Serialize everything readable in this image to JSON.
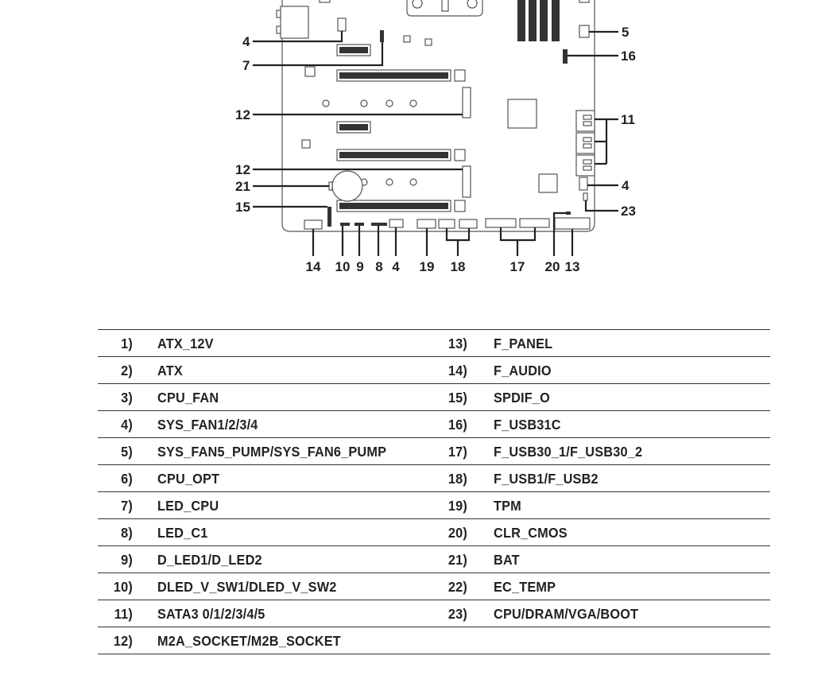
{
  "diagram": {
    "callouts": {
      "l4a": "4",
      "l7": "7",
      "l12a": "12",
      "l12b": "12",
      "l21": "21",
      "l15": "15",
      "r5": "5",
      "r16": "16",
      "r11": "11",
      "r4": "4",
      "r23": "23",
      "b14": "14",
      "b10": "10",
      "b9": "9",
      "b8": "8",
      "b4": "4",
      "b19": "19",
      "b18": "18",
      "b17": "17",
      "b20": "20",
      "b13": "13"
    }
  },
  "legend": {
    "rows": [
      {
        "left": {
          "num": "1)",
          "name": "ATX_12V"
        },
        "right": {
          "num": "13)",
          "name": "F_PANEL"
        }
      },
      {
        "left": {
          "num": "2)",
          "name": "ATX"
        },
        "right": {
          "num": "14)",
          "name": "F_AUDIO"
        }
      },
      {
        "left": {
          "num": "3)",
          "name": "CPU_FAN"
        },
        "right": {
          "num": "15)",
          "name": "SPDIF_O"
        }
      },
      {
        "left": {
          "num": "4)",
          "name": "SYS_FAN1/2/3/4"
        },
        "right": {
          "num": "16)",
          "name": "F_USB31C"
        }
      },
      {
        "left": {
          "num": "5)",
          "name": "SYS_FAN5_PUMP/SYS_FAN6_PUMP"
        },
        "right": {
          "num": "17)",
          "name": "F_USB30_1/F_USB30_2"
        }
      },
      {
        "left": {
          "num": "6)",
          "name": "CPU_OPT"
        },
        "right": {
          "num": "18)",
          "name": "F_USB1/F_USB2"
        }
      },
      {
        "left": {
          "num": "7)",
          "name": "LED_CPU"
        },
        "right": {
          "num": "19)",
          "name": "TPM"
        }
      },
      {
        "left": {
          "num": "8)",
          "name": "LED_C1"
        },
        "right": {
          "num": "20)",
          "name": "CLR_CMOS"
        }
      },
      {
        "left": {
          "num": "9)",
          "name": "D_LED1/D_LED2"
        },
        "right": {
          "num": "21)",
          "name": "BAT"
        }
      },
      {
        "left": {
          "num": "10)",
          "name": "DLED_V_SW1/DLED_V_SW2"
        },
        "right": {
          "num": "22)",
          "name": "EC_TEMP"
        }
      },
      {
        "left": {
          "num": "11)",
          "name": "SATA3 0/1/2/3/4/5"
        },
        "right": {
          "num": "23)",
          "name": "CPU/DRAM/VGA/BOOT"
        }
      },
      {
        "left": {
          "num": "12)",
          "name": "M2A_SOCKET/M2B_SOCKET"
        },
        "right": {
          "num": "",
          "name": ""
        }
      }
    ]
  }
}
